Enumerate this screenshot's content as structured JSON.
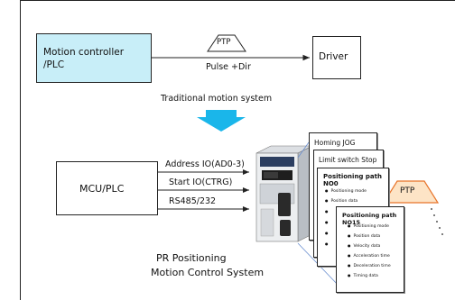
{
  "top_section": {
    "controller_label_line1": "Motion controller",
    "controller_label_line2": "/PLC",
    "ptp_label": "PTP",
    "signal_label": "Pulse +Dir",
    "driver_label": "Driver",
    "caption": "Traditional motion system"
  },
  "bottom_section": {
    "mcu_label": "MCU/PLC",
    "signals": [
      "Address IO(AD0-3)",
      "Start IO(CTRG)",
      "RS485/232"
    ],
    "system_caption_line1": "PR Positioning",
    "system_caption_line2": "Motion Control System",
    "ptp_label": "PTP",
    "card_homing": "Homing JOG",
    "card_limit": "Limit switch  Stop",
    "path_card_0": {
      "title": "Positioning path NO0",
      "items": [
        "Positioning mode",
        "Position data"
      ]
    },
    "path_card_15": {
      "title": "Positioning path NO15",
      "items": [
        "Positioning mode",
        "Position data",
        "Velocity data",
        "Acceleration time",
        "Deceleration time",
        "Timing data"
      ]
    }
  },
  "colors": {
    "controller_fill": "#c8eef8",
    "arrow_blue": "#1ab6ea",
    "ptp_fill": "#fde4c6",
    "ptp_stroke": "#e8742a"
  }
}
